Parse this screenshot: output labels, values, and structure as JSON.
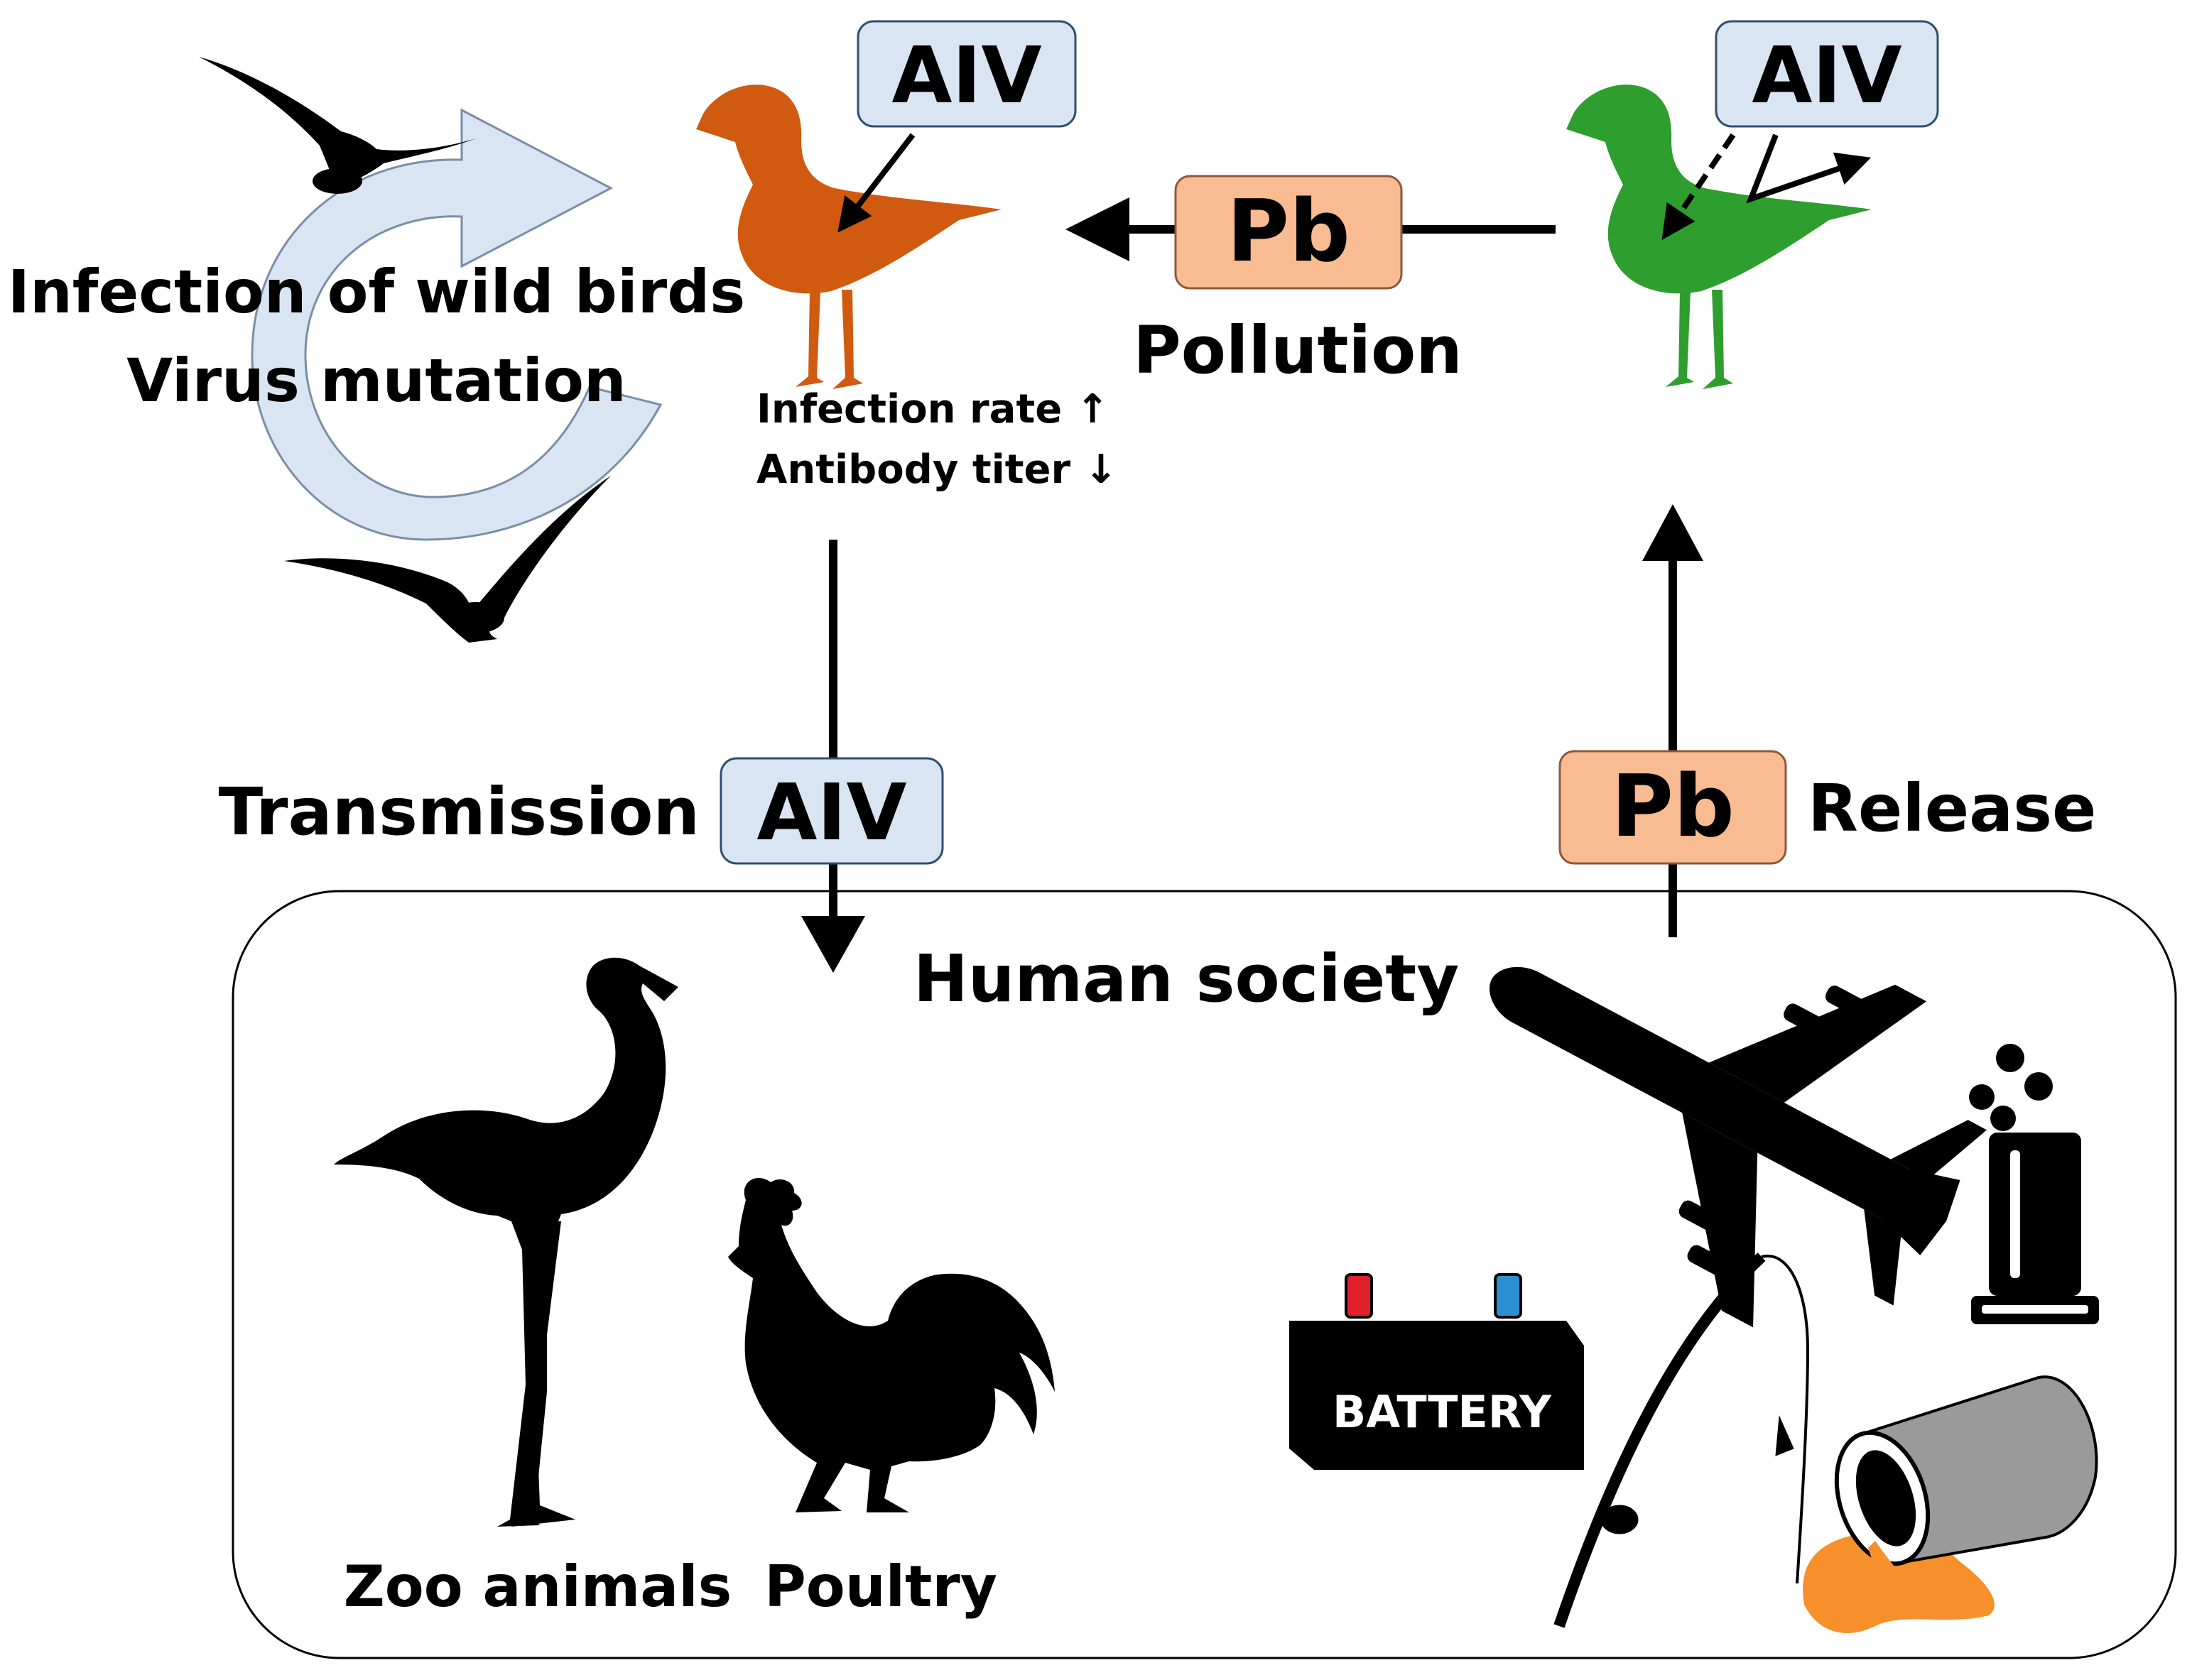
{
  "labels": {
    "aiv_top_left": "AIV",
    "aiv_top_right": "AIV",
    "aiv_transmission": "AIV",
    "pb_pollution": "Pb",
    "pb_release": "Pb",
    "pollution": "Pollution",
    "release": "Release",
    "transmission": "Transmission",
    "wild_birds_line1": "Infection of wild birds",
    "wild_birds_line2": "Virus mutation",
    "infection_rate": "Infection rate",
    "antibody_titer": "Antibody titer",
    "up_arrow": "↑",
    "down_arrow": "↓",
    "human_society": "Human society",
    "zoo_animals": "Zoo animals",
    "poultry": "Poultry",
    "battery": "BATTERY"
  },
  "colors": {
    "aiv_box_fill": "#dae5f4",
    "aiv_box_stroke": "#2f4f6f",
    "pb_box_fill": "#f9bb91",
    "pb_box_stroke": "#8a5a3a",
    "infected_bird": "#d05a10",
    "healthy_bird": "#2e9e2e",
    "cycle_arrow": "#dae5f4",
    "cycle_arrow_stroke": "#7a8ea8",
    "paint_spill": "#f7902a",
    "paint_can": "#9a9a9a",
    "battery_red": "#e0202a",
    "battery_blue": "#2a90d0"
  },
  "icons": [
    "flying-bird-icon",
    "cycle-arrow-icon",
    "infected-gull-icon",
    "healthy-gull-icon",
    "flamingo-icon",
    "rooster-icon",
    "airplane-icon",
    "battery-icon",
    "fishing-rod-icon",
    "chemical-jar-icon",
    "paint-can-icon"
  ]
}
